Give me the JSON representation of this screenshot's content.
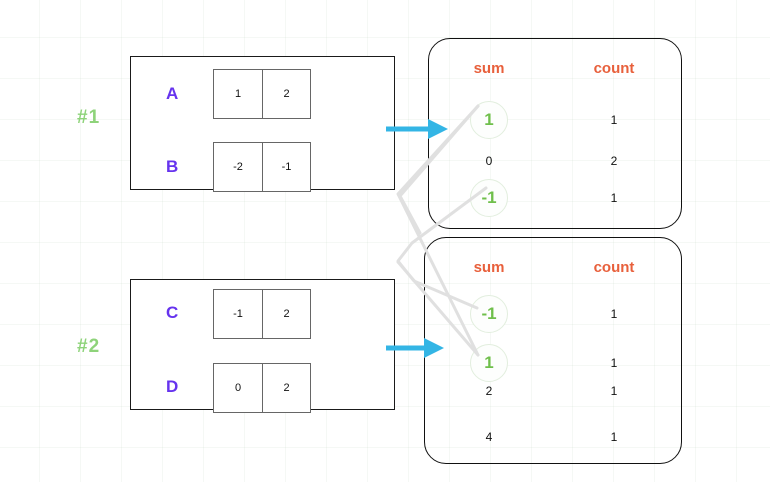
{
  "diagram": {
    "title": "shuffle-aggregate-diagram",
    "colors": {
      "step_label": "#8ed37a",
      "row_letter": "#6633ee",
      "header": "#e8603c",
      "circled_value": "#6fbf4b",
      "arrow": "#33b5e5",
      "connector": "#e0e0e0",
      "box_border": "#1a1a1a",
      "cell_border": "#666666"
    },
    "steps": [
      {
        "tag": "#1",
        "rows": [
          {
            "letter": "A",
            "cells": [
              "1",
              "2"
            ]
          },
          {
            "letter": "B",
            "cells": [
              "-2",
              "-1"
            ]
          }
        ]
      },
      {
        "tag": "#2",
        "rows": [
          {
            "letter": "C",
            "cells": [
              "-1",
              "2"
            ]
          },
          {
            "letter": "D",
            "cells": [
              "0",
              "2"
            ]
          }
        ]
      }
    ],
    "panels": [
      {
        "name": "aggregate-table-1",
        "headers": {
          "sum": "sum",
          "count": "count"
        },
        "rows": [
          {
            "sum": "1",
            "count": "1",
            "circled": true
          },
          {
            "sum": "0",
            "count": "2",
            "circled": false
          },
          {
            "sum": "-1",
            "count": "1",
            "circled": true
          }
        ]
      },
      {
        "name": "aggregate-table-2",
        "headers": {
          "sum": "sum",
          "count": "count"
        },
        "rows": [
          {
            "sum": "-1",
            "count": "1",
            "circled": true
          },
          {
            "sum": "1",
            "count": "1",
            "circled": true
          },
          {
            "sum": "2",
            "count": "1",
            "circled": false
          },
          {
            "sum": "4",
            "count": "1",
            "circled": false
          }
        ]
      }
    ],
    "arrows": [
      {
        "name": "arrow-step1-to-table1"
      },
      {
        "name": "arrow-step2-to-table2"
      }
    ]
  }
}
